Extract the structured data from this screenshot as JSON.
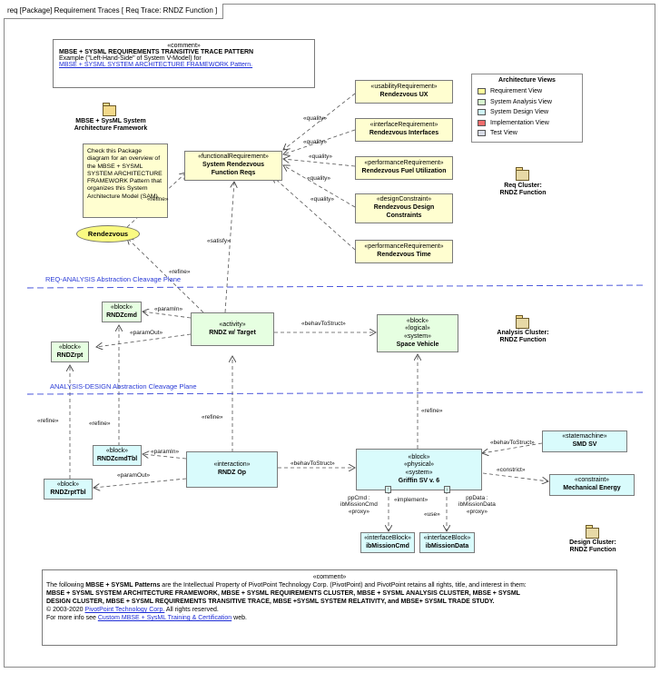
{
  "frame": {
    "title": "req [Package] Requirement Traces [ Req Trace: RNDZ Function ]"
  },
  "top_comment": {
    "stereotype": "«comment»",
    "title": "MBSE + SYSML REQUIREMENTS TRANSITIVE TRACE PATTERN",
    "line": "Example (\"Left-Hand-Side\" of System V-Model) for",
    "link": "MBSE + SYSML SYSTEM ARCHITECTURE FRAMEWORK Pattern."
  },
  "framework_pkg": {
    "label_1": "MBSE + SysML System",
    "label_2": "Architecture Framework"
  },
  "side_note": {
    "text": "Check this Package diagram for an overview of the MBSE + SYSML SYSTEM ARCHITECTURE FRAMEWORK Pattern that organizes this System Architecture Model (SAM)."
  },
  "legend": {
    "title": "Architecture Views",
    "items": [
      {
        "label": "Requirement View",
        "color": "#fffd9c"
      },
      {
        "label": "System Analysis View",
        "color": "#d8f5cf"
      },
      {
        "label": "System Design View",
        "color": "#cff4f6"
      },
      {
        "label": "Implementation View",
        "color": "#f26d6d"
      },
      {
        "label": "Test View",
        "color": "#d8dce6"
      }
    ]
  },
  "requirements": {
    "main": {
      "stereotype": "«functionalRequirement»",
      "name_1": "System Rendezvous",
      "name_2": "Function Reqs"
    },
    "ux": {
      "stereotype": "«usabilityRequirement»",
      "name": "Rendezvous UX"
    },
    "interfaces": {
      "stereotype": "«interfaceRequirement»",
      "name": "Rendezvous Interfaces"
    },
    "fuel": {
      "stereotype": "«performanceRequirement»",
      "name": "Rendezvous Fuel Utilization"
    },
    "design": {
      "stereotype": "«designConstraint»",
      "name_1": "Rendezvous Design",
      "name_2": "Constraints"
    },
    "time": {
      "stereotype": "«performanceRequirement»",
      "name": "Rendezvous Time"
    }
  },
  "req_cluster": {
    "label_1": "Req Cluster:",
    "label_2": "RNDZ Function"
  },
  "use_case": {
    "name": "Rendezvous"
  },
  "planes": {
    "req_analysis": "REQ-ANALYSIS Abstraction Cleavage Plane",
    "analysis_design": "ANALYSIS-DESIGN Abstraction Cleavage Plane"
  },
  "analysis": {
    "rndzcmd": {
      "stereotype": "«block»",
      "name": "RNDZcmd"
    },
    "rndzrpt": {
      "stereotype": "«block»",
      "name": "RNDZrpt"
    },
    "activity": {
      "stereotype": "«activity»",
      "name": "RNDZ w/ Target"
    },
    "space_vehicle": {
      "stereotype_1": "«block»",
      "stereotype_2": "«logical»",
      "stereotype_3": "«system»",
      "name": "Space Vehicle"
    }
  },
  "analysis_cluster": {
    "label_1": "Analysis Cluster:",
    "label_2": "RNDZ Function"
  },
  "design": {
    "cmdtbl": {
      "stereotype": "«block»",
      "name": "RNDZcmdTbl"
    },
    "rpttbl": {
      "stereotype": "«block»",
      "name": "RNDZrptTbl"
    },
    "interaction": {
      "stereotype": "«interaction»",
      "name": "RNDZ Op"
    },
    "griffin": {
      "stereotype_1": "«block»",
      "stereotype_2": "«physical»",
      "stereotype_3": "«system»",
      "name": "Griffin SV v. 6"
    },
    "smd": {
      "stereotype": "«statemachine»",
      "name": "SMD SV"
    },
    "energy": {
      "stereotype": "«constraint»",
      "name": "Mechanical Energy"
    },
    "ib_cmd": {
      "stereotype": "«interfaceBlock»",
      "name": "ibMissionCmd"
    },
    "ib_data": {
      "stereotype": "«interfaceBlock»",
      "name": "ibMissionData"
    }
  },
  "ports": {
    "ppcmd_1": "ppCmd :",
    "ppcmd_2": "ibMissionCmd",
    "ppcmd_3": "«proxy»",
    "ppdata_1": "ppData :",
    "ppdata_2": "ibMissionData",
    "ppdata_3": "«proxy»"
  },
  "design_cluster": {
    "label_1": "Design Cluster:",
    "label_2": "RNDZ Function"
  },
  "edge_labels": {
    "quality": "«quality»",
    "refine": "«refine»",
    "satisfy": "«satisfy»",
    "paramin": "«paramIn»",
    "paramout": "«paramOut»",
    "behavtostruct": "«behavToStruct»",
    "constrict": "«constrict»",
    "implement": "«implement»",
    "use": "«use»"
  },
  "bottom_comment": {
    "stereotype": "«comment»",
    "line1_a": "The following ",
    "line1_b": "MBSE + SYSML Patterns",
    "line1_c": " are the Intellectual Property of PivotPoint Technology Corp. (PivotPoint) and PivotPoint retains all rights, title, and interest in them:",
    "line2": "MBSE + SYSML SYSTEM ARCHITECTURE FRAMEWORK, MBSE + SYSML REQUIREMENTS CLUSTER, MBSE + SYSML ANALYSIS CLUSTER, MBSE + SYSML",
    "line3": "DESIGN CLUSTER, MBSE + SYSML  REQUIREMENTS TRANSITIVE TRACE, MBSE +SYSML SYSTEM RELATIVITY, and MBSE+ SYSML TRADE STUDY.",
    "line4_a": "© 2003-2020 ",
    "line4_link": "PivotPoint Technology Corp.",
    "line4_b": " All rights reserved.",
    "line5_a": "For more info see ",
    "line5_link": "Custom MBSE + SysML Training & Certification",
    "line5_b": " web."
  }
}
